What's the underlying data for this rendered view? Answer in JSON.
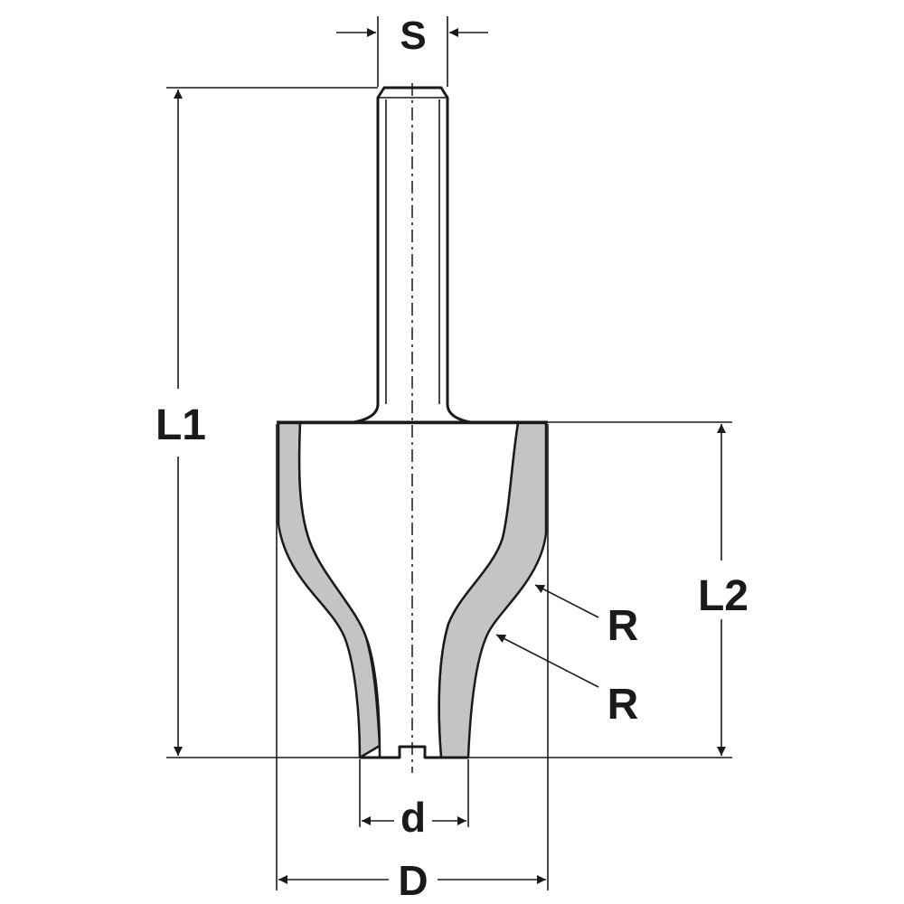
{
  "labels": {
    "shank_diameter": "S",
    "overall_length": "L1",
    "cutting_length": "L2",
    "radius_upper": "R",
    "radius_lower": "R",
    "bottom_diameter": "d",
    "cutting_diameter": "D"
  },
  "colors": {
    "line": "#1a1a1a",
    "carbide_fill": "#c4c4c4",
    "body_fill": "#ffffff"
  }
}
